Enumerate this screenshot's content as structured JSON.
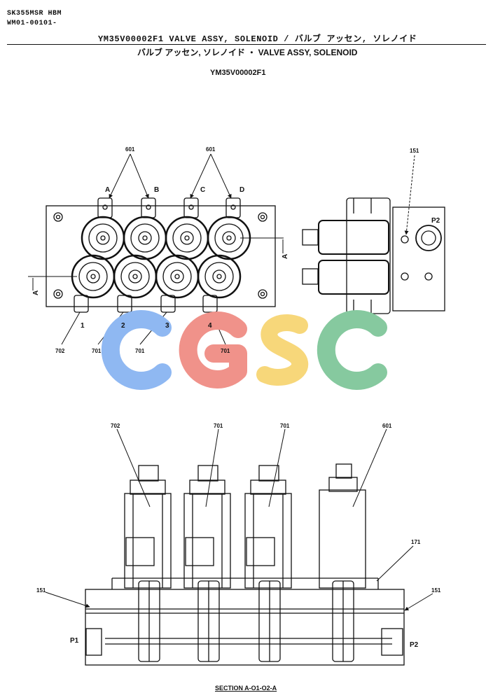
{
  "header": {
    "model": "SK355MSR HBM",
    "code": "WM01-00101-",
    "title": "YM35V00002F1 VALVE ASSY, SOLENOID / バルブ アッセン, ソレノイド",
    "subtitle": "バルブ アッセン, ソレノイド ・ VALVE ASSY, SOLENOID",
    "part_number": "YM35V00002F1"
  },
  "callouts": {
    "c601": "601",
    "c151": "151",
    "c702": "702",
    "c701": "701",
    "c171": "171",
    "p1": "P1",
    "p2": "P2",
    "a": "A",
    "b": "B",
    "c": "C",
    "d": "D",
    "n1": "1",
    "n2": "2",
    "n3": "3",
    "n4": "4",
    "section_a": "A"
  },
  "watermark": {
    "letters": [
      "C",
      "G",
      "S",
      "C"
    ],
    "colors": [
      "#8fb8f2",
      "#f0928a",
      "#f7d77a",
      "#86c99f"
    ]
  },
  "footer": {
    "section_label": "SECTION A-O1-O2-A"
  }
}
